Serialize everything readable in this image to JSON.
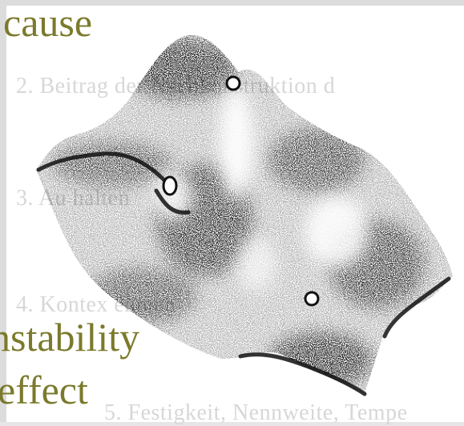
{
  "captions": {
    "cause": "cause",
    "instability": "nstability",
    "effect": "effect"
  },
  "background_text": [
    "2.   Beitrag der Nachkonstruktion d",
    "3.   Au                        halten",
    "4.           Kontex               ehmen",
    "5.       Festigkeit, Nennweite, Tempe"
  ],
  "colors": {
    "caption": "#7b7a2c",
    "ink": "#111111",
    "background": "#ffffff",
    "frame": "#dcdcdc",
    "faded_text": "#d7d7d7"
  }
}
